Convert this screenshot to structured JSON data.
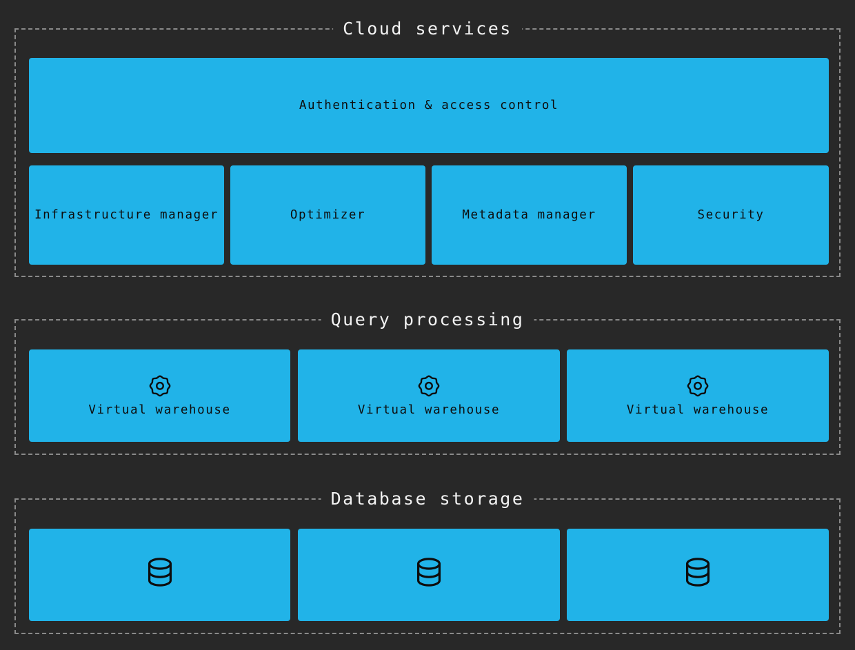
{
  "diagram": {
    "background_color": "#282828",
    "node_color": "#21b3e8",
    "border_color": "#8a8a8a",
    "title_color": "#f2f2f2",
    "node_text_color": "#0d0d0d"
  },
  "sections": [
    {
      "id": "cloud-services",
      "title": "Cloud services",
      "nodes": [
        {
          "id": "auth",
          "label": "Authentication & access control",
          "icon": ""
        },
        {
          "id": "infrastructure-manager",
          "label": "Infrastructure manager",
          "icon": ""
        },
        {
          "id": "optimizer",
          "label": "Optimizer",
          "icon": ""
        },
        {
          "id": "metadata-manager",
          "label": "Metadata manager",
          "icon": ""
        },
        {
          "id": "security",
          "label": "Security",
          "icon": ""
        }
      ]
    },
    {
      "id": "query-processing",
      "title": "Query processing",
      "nodes": [
        {
          "id": "vw-1",
          "label": "Virtual warehouse",
          "icon": "gear-icon"
        },
        {
          "id": "vw-2",
          "label": "Virtual warehouse",
          "icon": "gear-icon"
        },
        {
          "id": "vw-3",
          "label": "Virtual warehouse",
          "icon": "gear-icon"
        }
      ]
    },
    {
      "id": "database-storage",
      "title": "Database storage",
      "nodes": [
        {
          "id": "db-1",
          "label": "",
          "icon": "database-icon"
        },
        {
          "id": "db-2",
          "label": "",
          "icon": "database-icon"
        },
        {
          "id": "db-3",
          "label": "",
          "icon": "database-icon"
        }
      ]
    }
  ]
}
